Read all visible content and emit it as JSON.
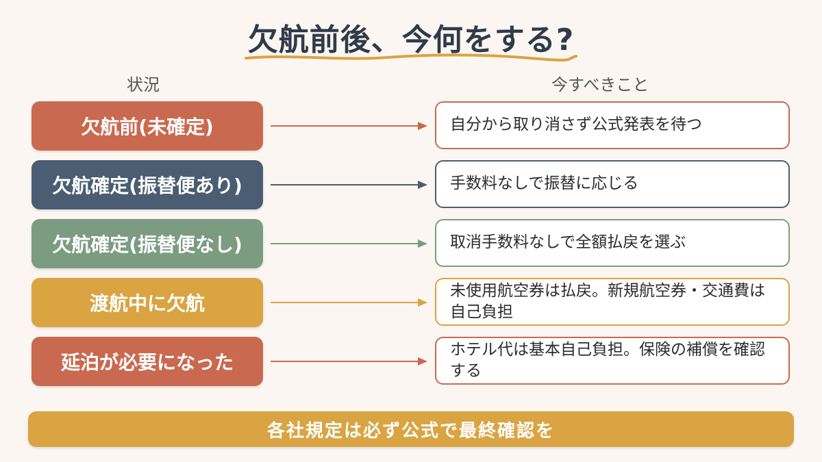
{
  "title": "欠航前後、今何をする?",
  "headers": {
    "situation": "状況",
    "action": "今すべきこと"
  },
  "colors": {
    "red": "#c9694f",
    "navy": "#4a5d72",
    "green": "#7c9c82",
    "gold": "#d9a441",
    "underline": "#d9a441"
  },
  "rows": [
    {
      "status": "欠航前(未確定)",
      "action": "自分から取り消さず公式発表を待つ",
      "color": "#c9694f"
    },
    {
      "status": "欠航確定(振替便あり)",
      "action": "手数料なしで振替に応じる",
      "color": "#4a5d72"
    },
    {
      "status": "欠航確定(振替便なし)",
      "action": "取消手数料なしで全額払戻を選ぶ",
      "color": "#7c9c82"
    },
    {
      "status": "渡航中に欠航",
      "action": "未使用航空券は払戻。新規航空券・交通費は自己負担",
      "color": "#d9a441"
    },
    {
      "status": "延泊が必要になった",
      "action": "ホテル代は基本自己負担。保険の補償を確認する",
      "color": "#c9694f"
    }
  ],
  "banner": "各社規定は必ず公式で最終確認を"
}
